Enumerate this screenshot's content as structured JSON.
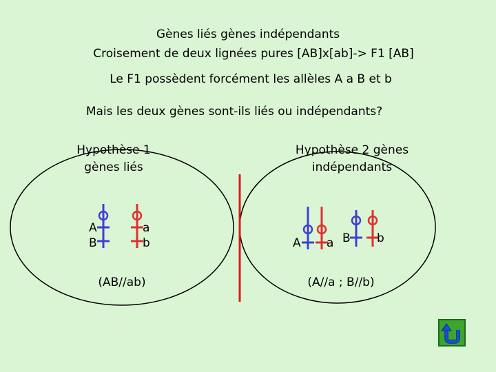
{
  "title": {
    "line1": "Gènes liés gènes indépendants",
    "line2": "Croisement de deux lignées pures [AB]x[ab]-> F1 [AB]"
  },
  "statement": "Le F1 possèdent forcément les allèles A a B et b",
  "question": "Mais les deux gènes sont-ils liés ou indépendants?",
  "hypothesis1": {
    "line1": "Hypothèse 1",
    "line2": "gènes liés",
    "chrom1_labels": [
      "A",
      "B"
    ],
    "chrom2_labels": [
      "a",
      "b"
    ],
    "genotype": "(AB//ab)"
  },
  "hypothesis2": {
    "line1": "Hypothèse 2 gènes",
    "line2": "indépendants",
    "labels": [
      "A",
      "a",
      "B",
      "b"
    ],
    "genotype": "(A//a ; B//b)"
  },
  "colors": {
    "background": "#daf5d4",
    "chromosome_blue": "#3f3fd6",
    "chromosome_red": "#e03030",
    "divider": "#e01a1a",
    "back_button": "#3ba52e",
    "back_arrow": "#1a4fd8"
  },
  "back_button_icon": "u-turn-arrow-icon"
}
